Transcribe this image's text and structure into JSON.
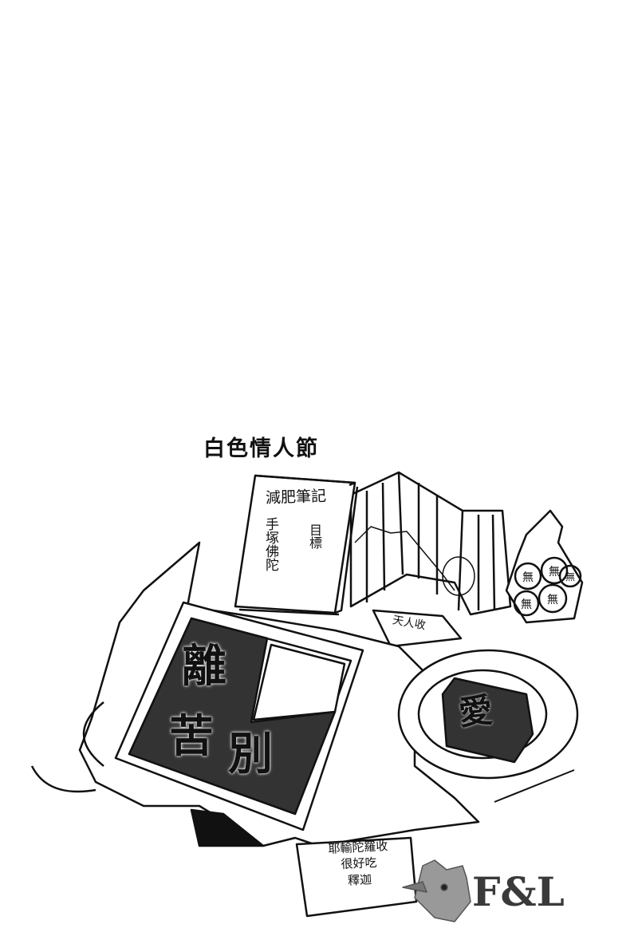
{
  "title": "白色情人節",
  "notebook": {
    "title": "減肥筆記",
    "author": "手塚佛陀",
    "goal": "目標"
  },
  "tag": "天人收",
  "cake_box": {
    "chars": [
      "離",
      "苦",
      "別"
    ]
  },
  "plate_cake": "愛",
  "candy_bag": {
    "chars": [
      "無",
      "無",
      "無",
      "無",
      "無"
    ]
  },
  "card": {
    "lines": [
      "耶輸陀羅收",
      "很好吃",
      "釋迦"
    ]
  },
  "logo": {
    "text": "F&L"
  }
}
